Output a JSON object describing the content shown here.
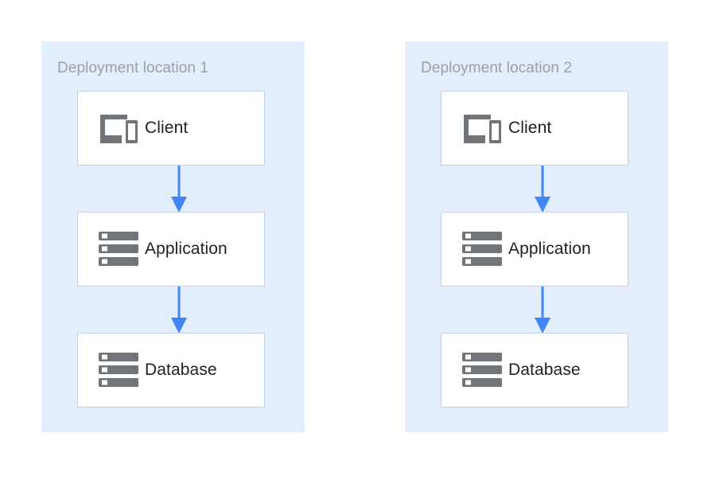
{
  "diagram": {
    "type": "architecture-deployment-diagram",
    "background_color": "#ffffff",
    "zone_color": "#e3eefc",
    "box_fill": "#ffffff",
    "box_border_color": "#c6cfdb",
    "arrow_color": "#4285f4",
    "icon_color": "#70757a",
    "label_color": "#202124",
    "title_color": "#9aa0a6",
    "zones": [
      {
        "title": "Deployment location 1",
        "nodes": [
          {
            "label": "Client",
            "icon": "devices-icon"
          },
          {
            "label": "Application",
            "icon": "server-stack-icon"
          },
          {
            "label": "Database",
            "icon": "server-stack-icon"
          }
        ],
        "arrows": [
          {
            "from": "Client",
            "to": "Application",
            "direction": "down"
          },
          {
            "from": "Application",
            "to": "Database",
            "direction": "down"
          }
        ]
      },
      {
        "title": "Deployment location 2",
        "nodes": [
          {
            "label": "Client",
            "icon": "devices-icon"
          },
          {
            "label": "Application",
            "icon": "server-stack-icon"
          },
          {
            "label": "Database",
            "icon": "server-stack-icon"
          }
        ],
        "arrows": [
          {
            "from": "Client",
            "to": "Application",
            "direction": "down"
          },
          {
            "from": "Application",
            "to": "Database",
            "direction": "down"
          }
        ]
      }
    ]
  }
}
